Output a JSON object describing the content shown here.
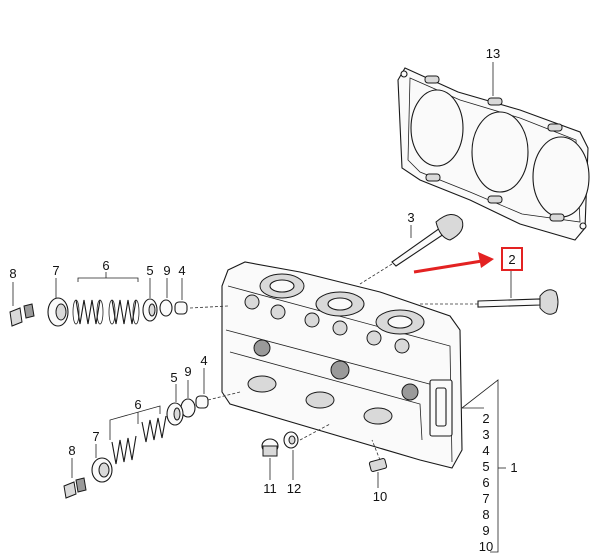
{
  "callouts": {
    "c13": "13",
    "c3": "3",
    "c2": "2",
    "c8a": "8",
    "c7a": "7",
    "c6a": "6",
    "c5a": "5",
    "c9a": "9",
    "c4a": "4",
    "c9b": "9",
    "c4b": "4",
    "c5b": "5",
    "c6b": "6",
    "c7b": "7",
    "c8b": "8",
    "c11": "11",
    "c12": "12",
    "c10": "10",
    "c1": "1"
  },
  "assembly_list": [
    "2",
    "3",
    "4",
    "5",
    "6",
    "7",
    "8",
    "9",
    "10"
  ],
  "colors": {
    "highlight": "#e32222",
    "line": "#222222"
  }
}
